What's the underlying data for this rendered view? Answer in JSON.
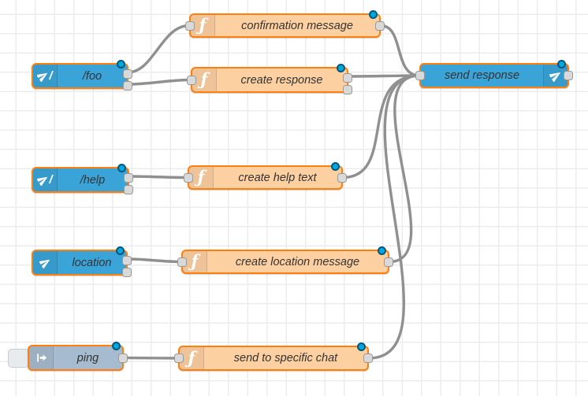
{
  "editor": {
    "name": "flow-editor-canvas",
    "kind": "node-red-flow"
  },
  "colors": {
    "canvas_bg": "#ffffff",
    "grid_line": "#ececec",
    "selected_border": "#ff7f0e",
    "function_node_fill": "#fdd0a2",
    "telegram_node_fill": "#3aa4d8",
    "inject_node_fill": "#a6bbcf",
    "wire": "#909090",
    "port_fill": "#d9d9d9",
    "port_border": "#999999",
    "changed_dot_fill": "#00a9dd",
    "changed_dot_border": "#02577f",
    "label_text": "#333333"
  },
  "nodes": [
    {
      "id": "confirmation-message",
      "label": "confirmation message",
      "type": "function",
      "icon": "function-icon",
      "inputs": 1,
      "outputs": 1,
      "status_dot": "changed"
    },
    {
      "id": "foo",
      "label": "/foo",
      "type": "telegram-command",
      "icon": "paper-plane-slash-icon",
      "inputs": 0,
      "outputs": 2,
      "status_dot": "changed"
    },
    {
      "id": "create-response",
      "label": "create response",
      "type": "function",
      "icon": "function-icon",
      "inputs": 1,
      "outputs": 2,
      "status_dot": "changed"
    },
    {
      "id": "send-response",
      "label": "send response",
      "type": "telegram-sender",
      "icon": "paper-plane-icon",
      "inputs": 1,
      "outputs": 1,
      "status_dot": "changed"
    },
    {
      "id": "help",
      "label": "/help",
      "type": "telegram-command",
      "icon": "paper-plane-slash-icon",
      "inputs": 0,
      "outputs": 2,
      "status_dot": "changed"
    },
    {
      "id": "create-help-text",
      "label": "create help text",
      "type": "function",
      "icon": "function-icon",
      "inputs": 1,
      "outputs": 1,
      "status_dot": "changed"
    },
    {
      "id": "location",
      "label": "location",
      "type": "telegram-event",
      "icon": "paper-plane-icon",
      "inputs": 0,
      "outputs": 2,
      "status_dot": "changed"
    },
    {
      "id": "create-location-message",
      "label": "create location message",
      "type": "function",
      "icon": "function-icon",
      "inputs": 1,
      "outputs": 1,
      "status_dot": "changed"
    },
    {
      "id": "ping",
      "label": "ping",
      "type": "inject",
      "icon": "inject-arrow-icon",
      "inputs": 0,
      "outputs": 1,
      "status_dot": "changed",
      "has_button": true
    },
    {
      "id": "send-to-specific-chat",
      "label": "send to specific chat",
      "type": "function",
      "icon": "function-icon",
      "inputs": 1,
      "outputs": 1,
      "status_dot": "changed"
    }
  ],
  "wires": [
    {
      "from": "/foo",
      "from_output": 1,
      "to": "confirmation message"
    },
    {
      "from": "/foo",
      "from_output": 2,
      "to": "create response"
    },
    {
      "from": "confirmation message",
      "from_output": 1,
      "to": "send response"
    },
    {
      "from": "create response",
      "from_output": 1,
      "to": "send response"
    },
    {
      "from": "/help",
      "from_output": 1,
      "to": "create help text"
    },
    {
      "from": "create help text",
      "from_output": 1,
      "to": "send response"
    },
    {
      "from": "location",
      "from_output": 1,
      "to": "create location message"
    },
    {
      "from": "create location message",
      "from_output": 1,
      "to": "send response"
    },
    {
      "from": "ping",
      "from_output": 1,
      "to": "send to specific chat"
    },
    {
      "from": "send to specific chat",
      "from_output": 1,
      "to": "send response"
    }
  ]
}
